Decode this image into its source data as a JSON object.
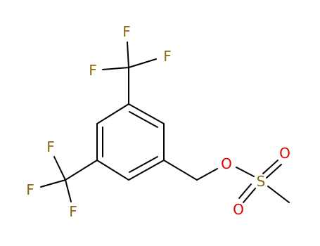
{
  "colors": {
    "bond": "#000000",
    "fluorine": "#8b6914",
    "oxygen": "#e00000",
    "sulfur": "#8b6914",
    "background": "#ffffff"
  },
  "atoms": {
    "f_top": "F",
    "f_top_left": "F",
    "f_top_right": "F",
    "f_left_top": "F",
    "f_left": "F",
    "f_left_bottom": "F",
    "o_ester": "O",
    "s": "S",
    "o_right": "O",
    "o_bottom": "O"
  }
}
